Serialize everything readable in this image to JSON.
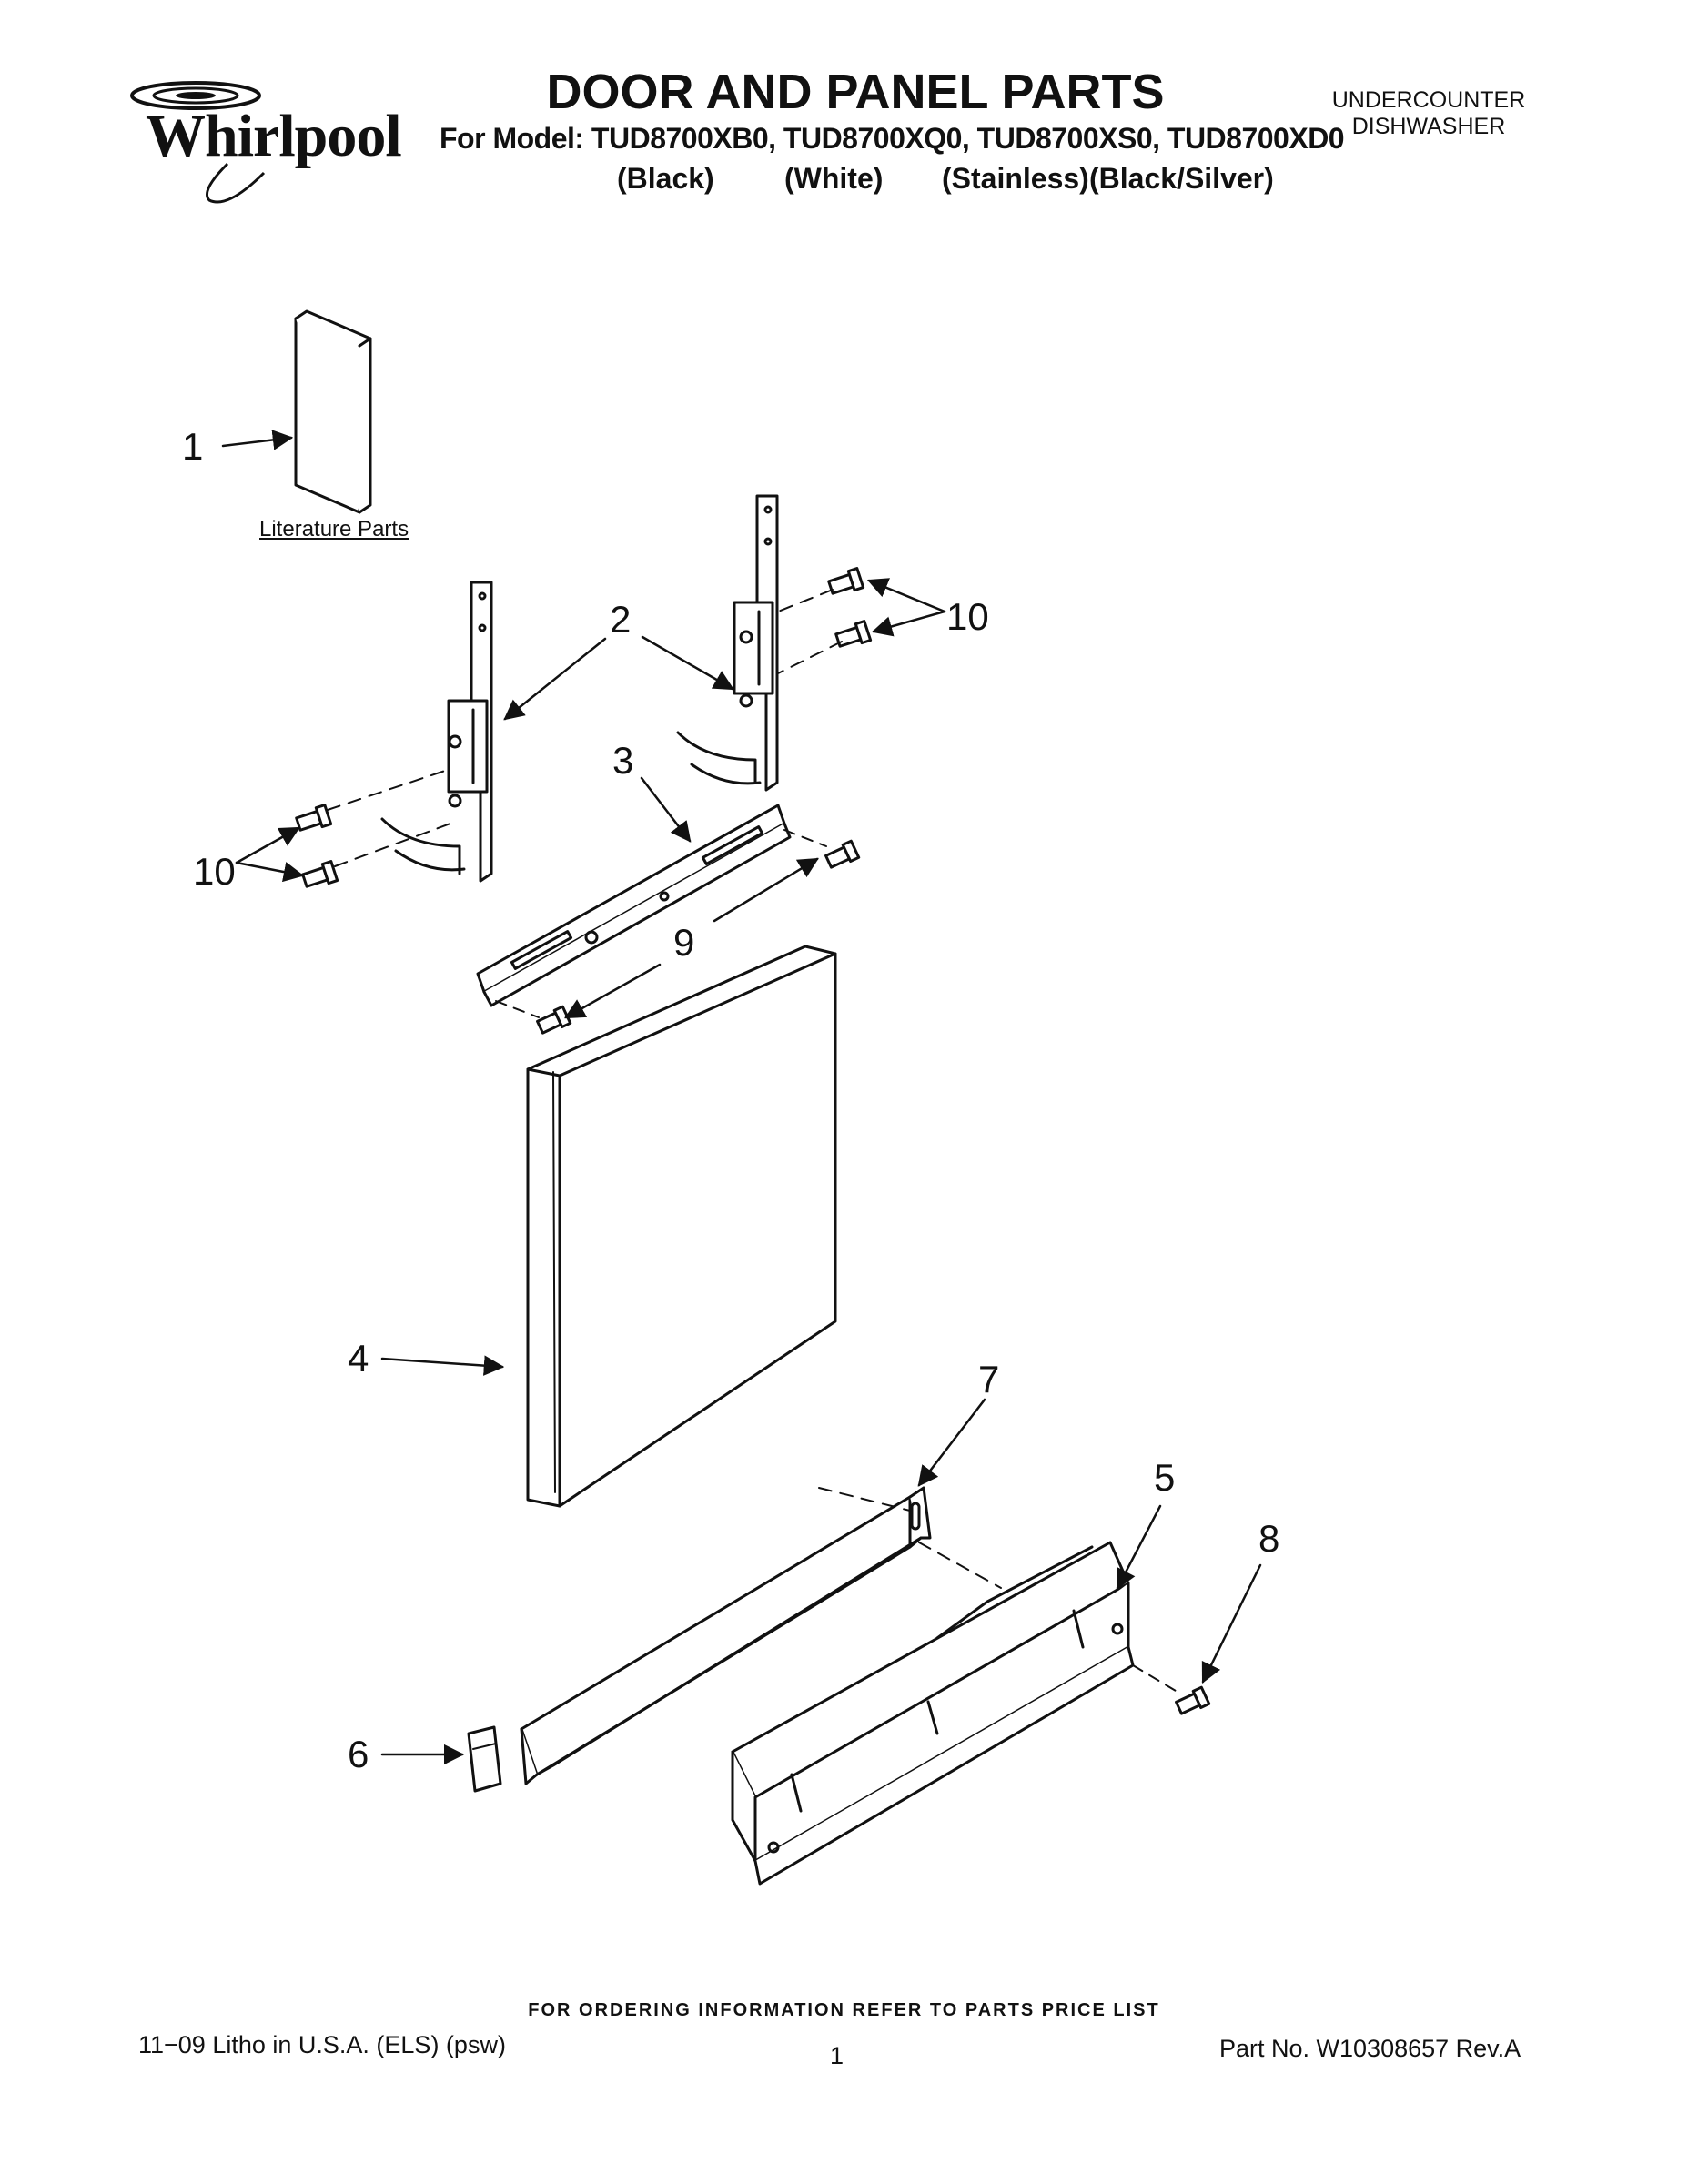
{
  "header": {
    "brand": "Whirlpool",
    "title": "DOOR AND PANEL PARTS",
    "models_line": "For Model: TUD8700XB0, TUD8700XQ0, TUD8700XS0, TUD8700XD0",
    "variants": [
      "(Black)",
      "(White)",
      "(Stainless)",
      "(Black/Silver)"
    ],
    "category_line1": "UNDERCOUNTER",
    "category_line2": "DISHWASHER"
  },
  "diagram": {
    "literature_label": "Literature Parts",
    "callouts": [
      "1",
      "2",
      "10",
      "3",
      "10",
      "9",
      "4",
      "7",
      "5",
      "8",
      "6"
    ]
  },
  "footer": {
    "ordering_note": "FOR ORDERING INFORMATION REFER TO PARTS PRICE LIST",
    "litho": "11−09 Litho in U.S.A. (ELS) (psw)",
    "page": "1",
    "part_no": "Part No. W10308657 Rev.A"
  },
  "colors": {
    "ink": "#111111",
    "panel_shade": "#e6e6e6",
    "paper": "#ffffff"
  }
}
